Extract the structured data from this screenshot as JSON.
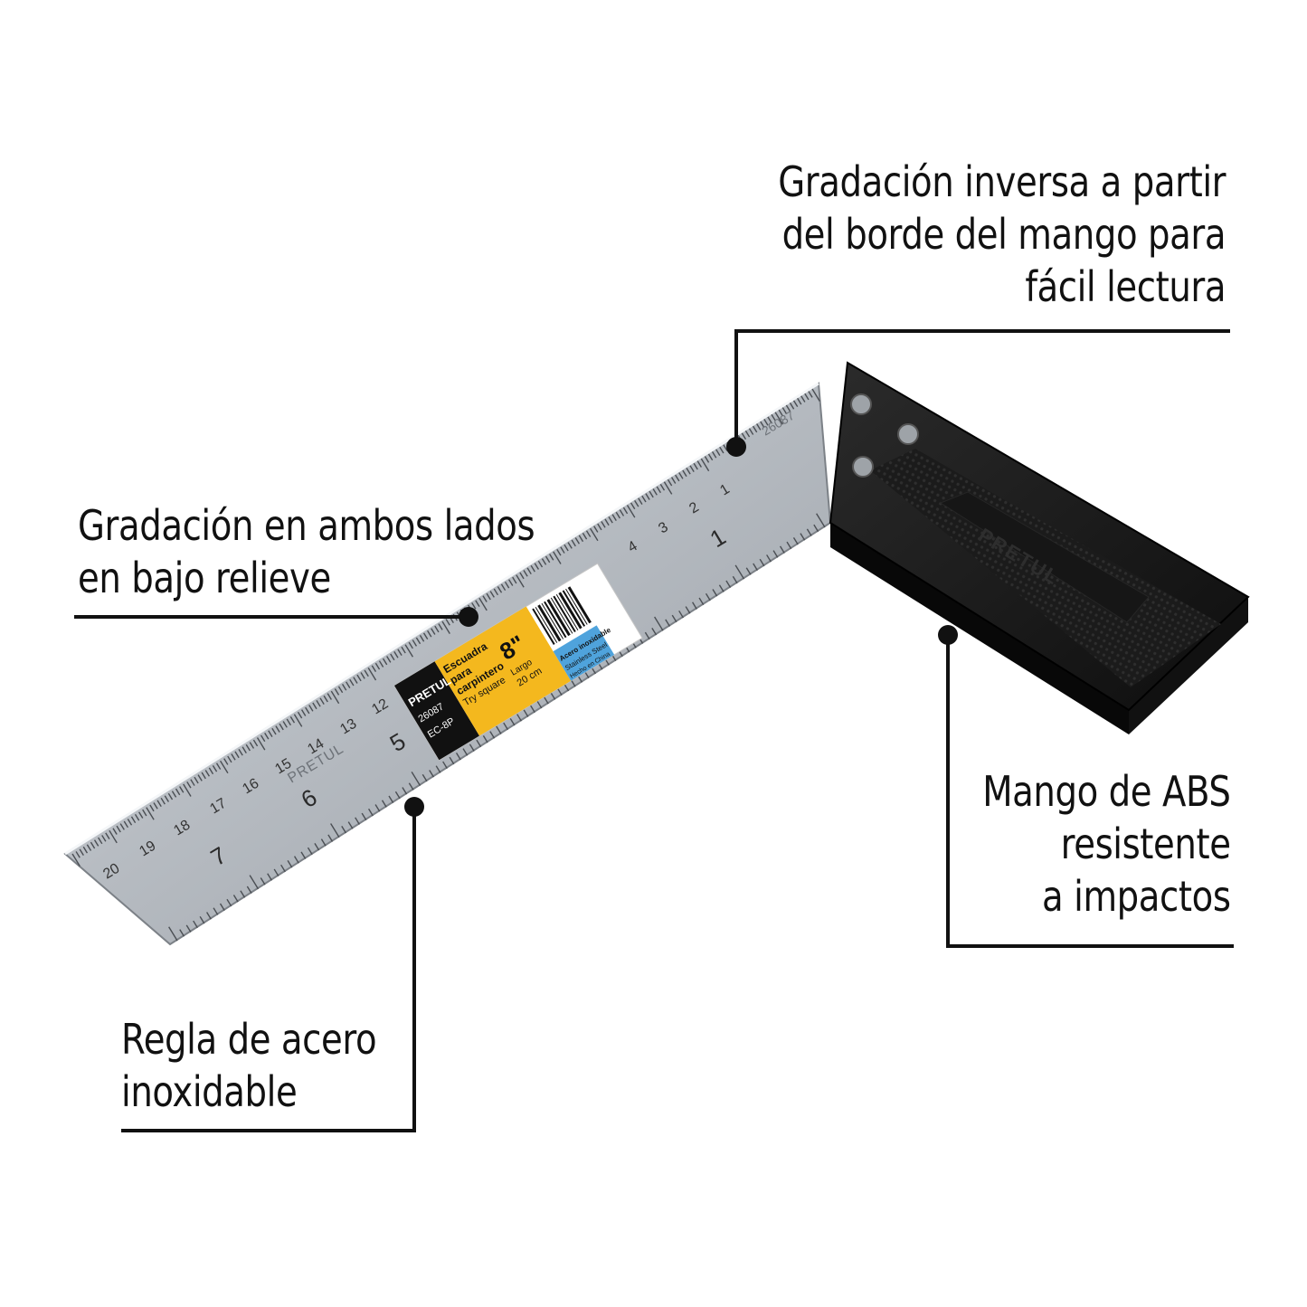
{
  "callouts": {
    "inverse_graduation": [
      "Gradación inversa a partir",
      "del borde del mango para",
      "fácil lectura"
    ],
    "both_sides": [
      "Gradación en ambos lados",
      "en bajo relieve"
    ],
    "abs_handle": [
      "Mango de ABS",
      "resistente",
      "a impactos"
    ],
    "steel_rule": [
      "Regla de acero",
      "inoxidable"
    ]
  },
  "product": {
    "brand": "PRETUL",
    "model": "26087",
    "label_title": [
      "Escuadra",
      "para",
      "carpintero"
    ],
    "label_subtitle": "Try square",
    "size_inch": "8\"",
    "size_label": "Largo",
    "size_cm": "20 cm",
    "material": [
      "Acero inoxidable",
      "Stainless Steel"
    ],
    "origin": "Hecho en China",
    "code": "EC-8P"
  },
  "ruler": {
    "cm_labels": [
      "1",
      "2",
      "3",
      "4",
      "12",
      "13",
      "14",
      "15",
      "16",
      "17",
      "18",
      "19",
      "20"
    ],
    "inch_labels": [
      "1",
      "5",
      "6",
      "7"
    ],
    "engraved_brand": "PRETUL",
    "engraved_model": "26087"
  },
  "colors": {
    "text": "#111111",
    "steel_light": "#d4d8dd",
    "steel_dark": "#8e949b",
    "handle": "#141414",
    "label_yellow": "#f4b81e",
    "label_blue": "#4fa3dc"
  }
}
